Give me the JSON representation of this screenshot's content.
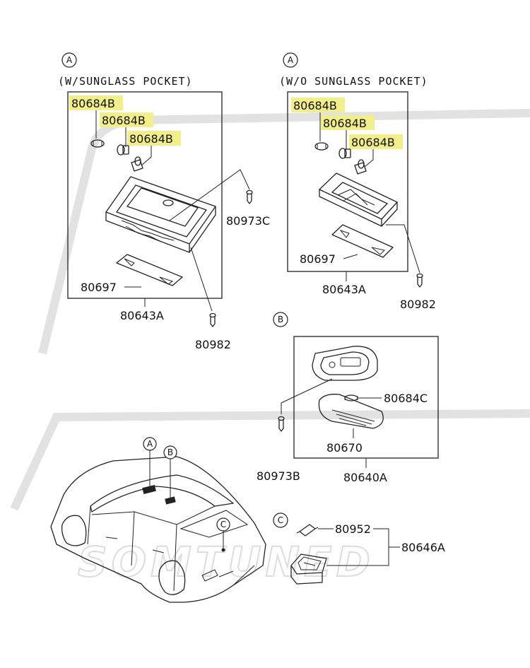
{
  "views": {
    "a_with_pocket": {
      "callout": "A",
      "caption": "(W/SUNGLASS POCKET)",
      "bulb1": "80684B",
      "bulb2": "80684B",
      "bulb3": "80684B",
      "screw_top": "80973C",
      "lens": "80697",
      "assembly": "80643A",
      "screw_bottom": "80982"
    },
    "a_without_pocket": {
      "callout": "A",
      "caption": "(W/O SUNGLASS POCKET)",
      "bulb1": "80684B",
      "bulb2": "80684B",
      "bulb3": "80684B",
      "lens": "80697",
      "assembly": "80643A",
      "screw": "80982"
    },
    "b": {
      "callout": "B",
      "bulb": "80684C",
      "lens": "80670",
      "screw": "80973B",
      "assembly": "80640A"
    },
    "c": {
      "callout": "C",
      "bulb": "80952",
      "assembly": "80646A"
    },
    "car": {
      "callout_a": "A",
      "callout_b": "B",
      "callout_c": "C"
    }
  },
  "watermark": "SOMTUNED",
  "colors": {
    "highlight": "#f3ee8c",
    "line": "#222222",
    "watermark": "#dddddd"
  }
}
